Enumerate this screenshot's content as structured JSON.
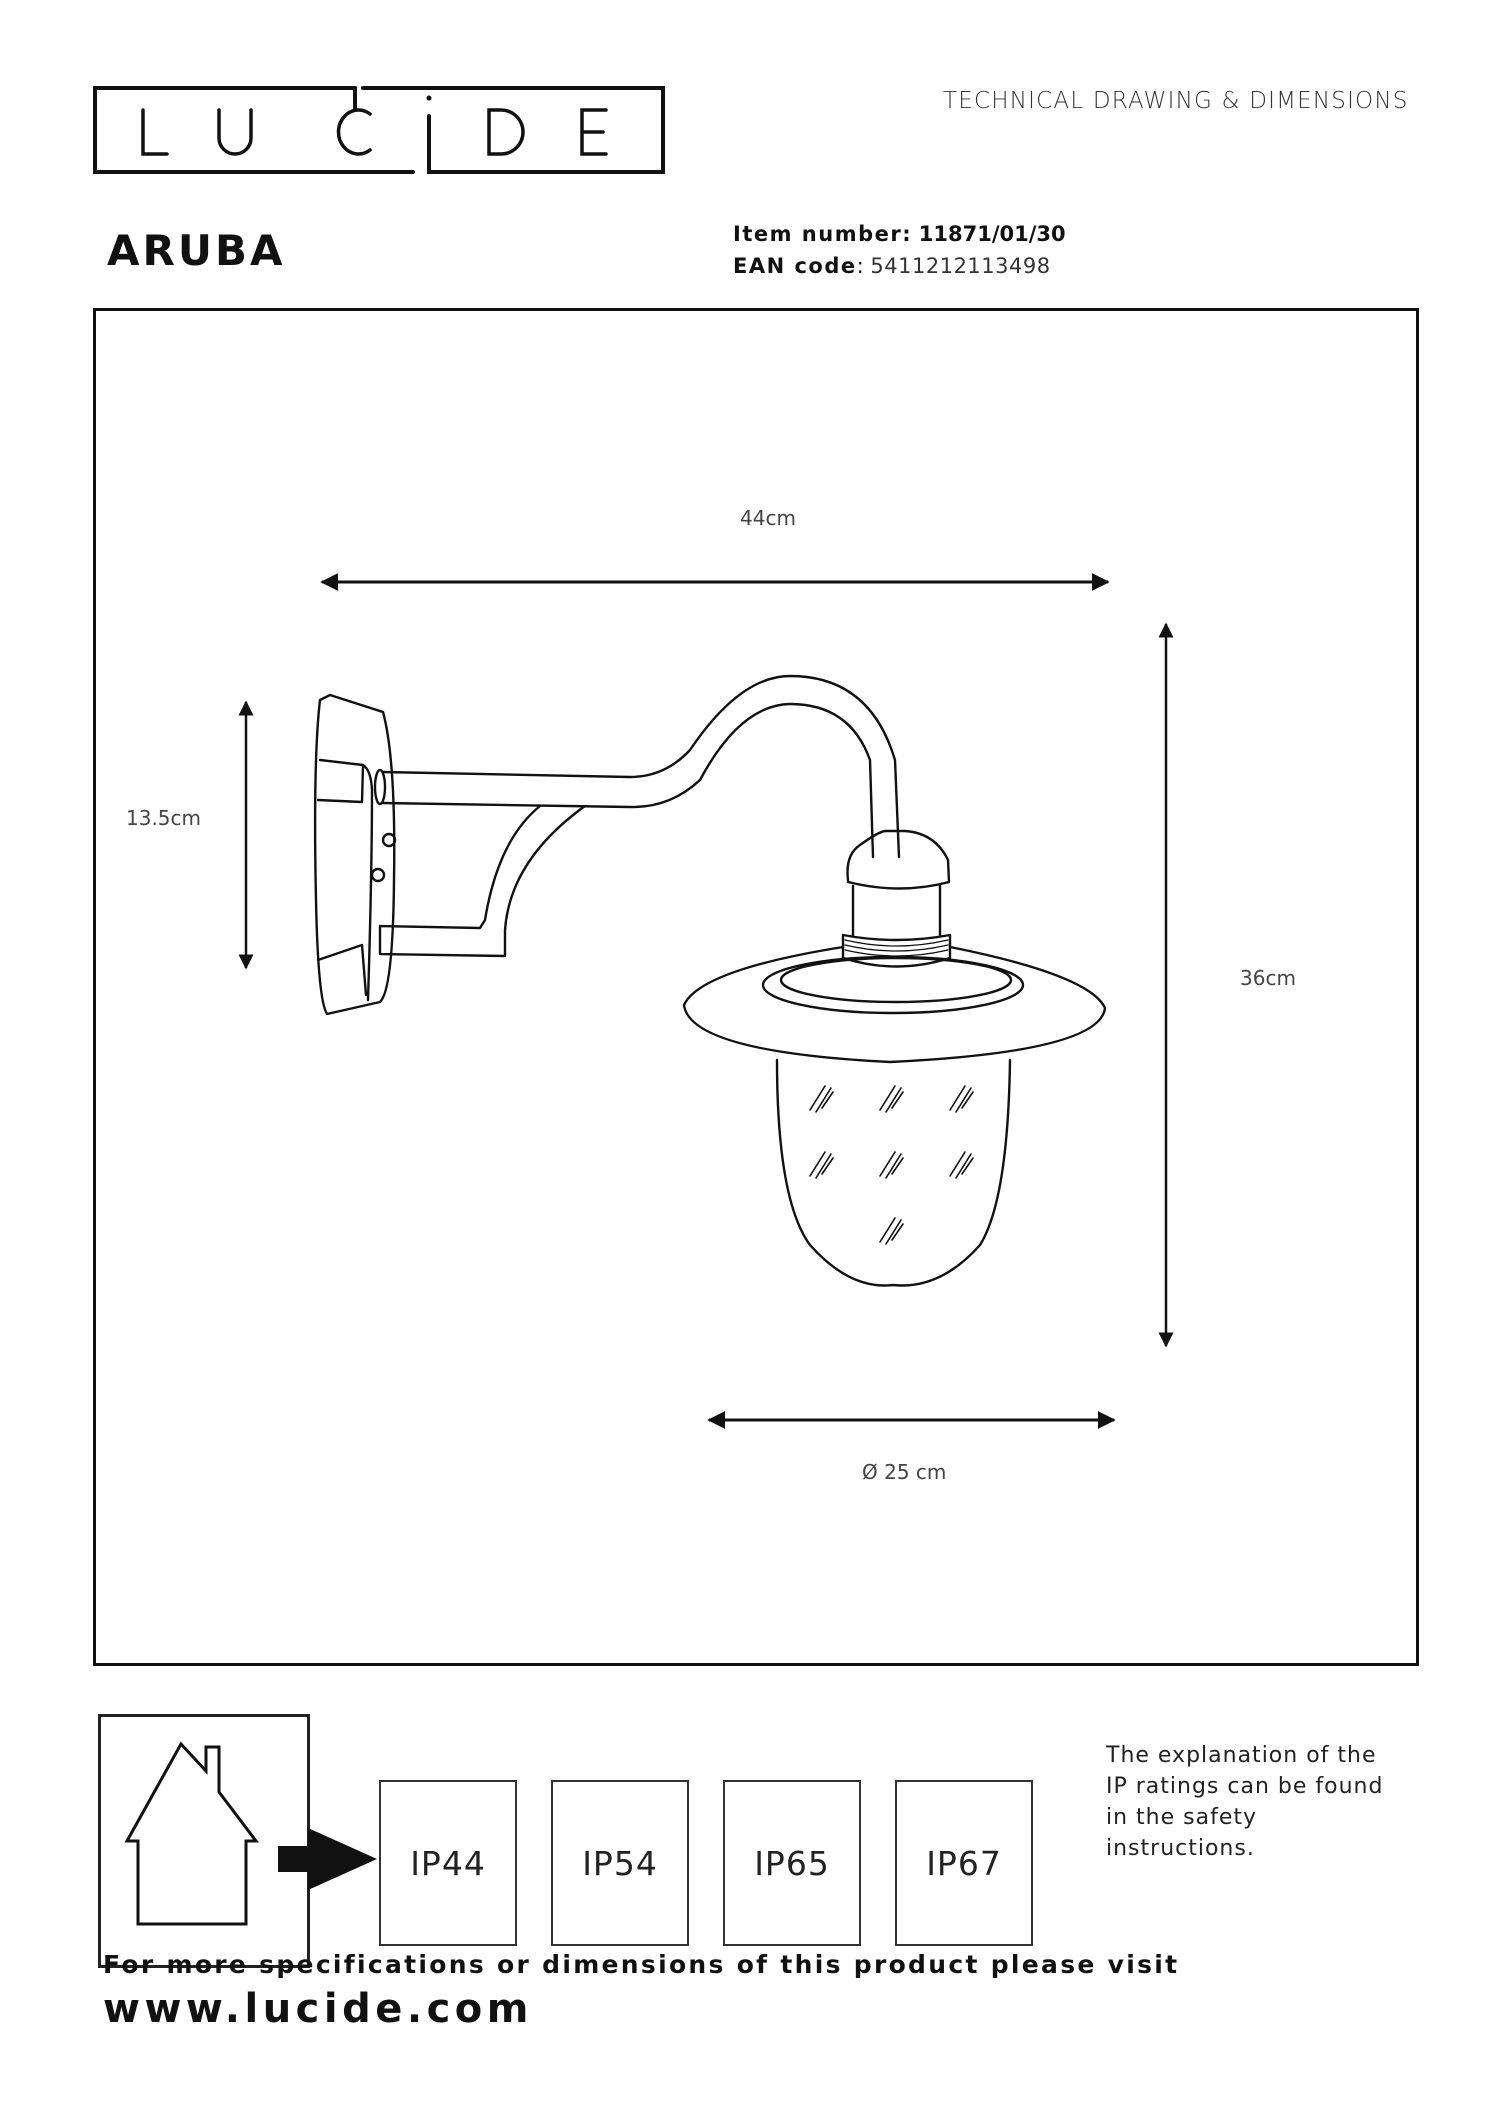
{
  "header": {
    "brand": "LUCIDE",
    "brand_letters": [
      "L",
      "U",
      "C",
      "i",
      "D",
      "E"
    ],
    "title": "TECHNICAL DRAWING & DIMENSIONS"
  },
  "product": {
    "name": "ARUBA",
    "item_number_label": "Item number:",
    "item_number": "11871/01/30",
    "ean_label": "EAN code",
    "ean_separator": ":",
    "ean_code": "5411212113498"
  },
  "drawing": {
    "subject": "wall-lamp-side-view",
    "dimensions": {
      "total_width": "44cm",
      "total_height": "36cm",
      "wall_plate_height": "13.5cm",
      "shade_diameter": "Ø 25 cm"
    },
    "line_color": "#111111"
  },
  "ip_section": {
    "indoor_outdoor_icon": "house-icon",
    "arrow_icon": "arrow-right-icon",
    "ratings": [
      "IP44",
      "IP54",
      "IP65",
      "IP67"
    ],
    "note": "The explanation of the IP ratings can be found in the safety instructions."
  },
  "footer": {
    "text": "For more specifications or dimensions of this product please visit",
    "url": "www.lucide.com"
  }
}
